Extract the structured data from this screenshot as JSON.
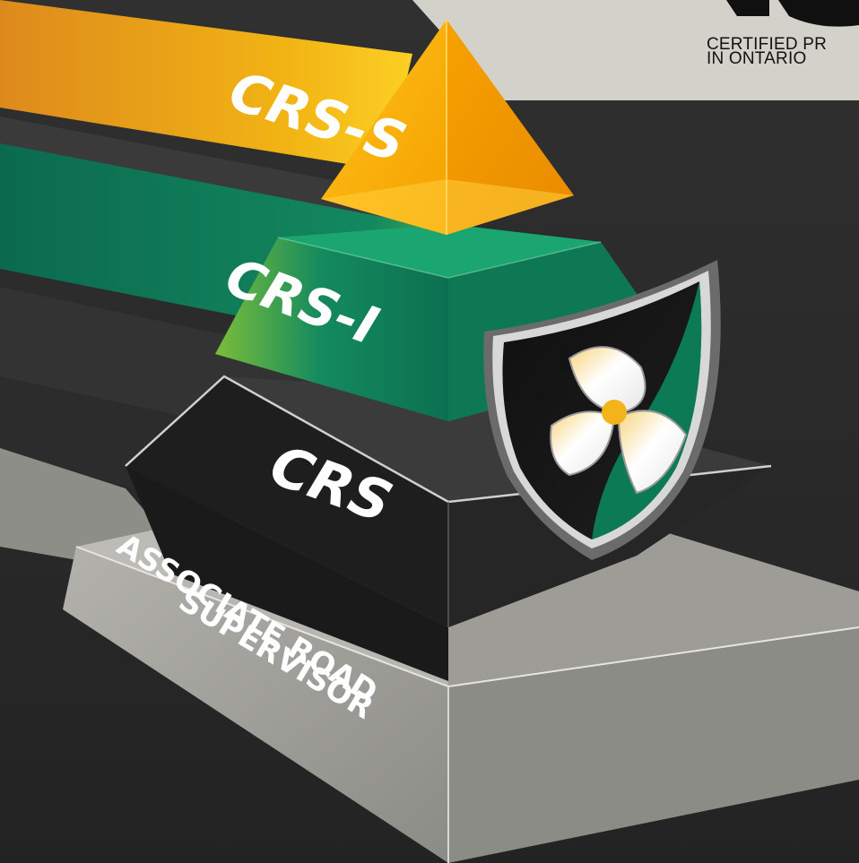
{
  "levels": {
    "top": "CRS-S",
    "upper": "CRS-I",
    "middle": "CRS",
    "base_line1": "ASSOCIATE ROAD",
    "base_line2": "SUPERVISOR"
  },
  "brand": {
    "line1": "CERTIFIED PR",
    "line2": "IN ONTARIO"
  },
  "colors": {
    "top_orange": "#f6a500",
    "upper_green": "#0f8060",
    "middle_black": "#1c1c1c",
    "base_grey": "#a6a6a0",
    "header_panel": "#d3d2ca",
    "label_white": "#ffffff"
  },
  "icons": [
    "shield-trillium-icon",
    "brand-logo-mark"
  ]
}
